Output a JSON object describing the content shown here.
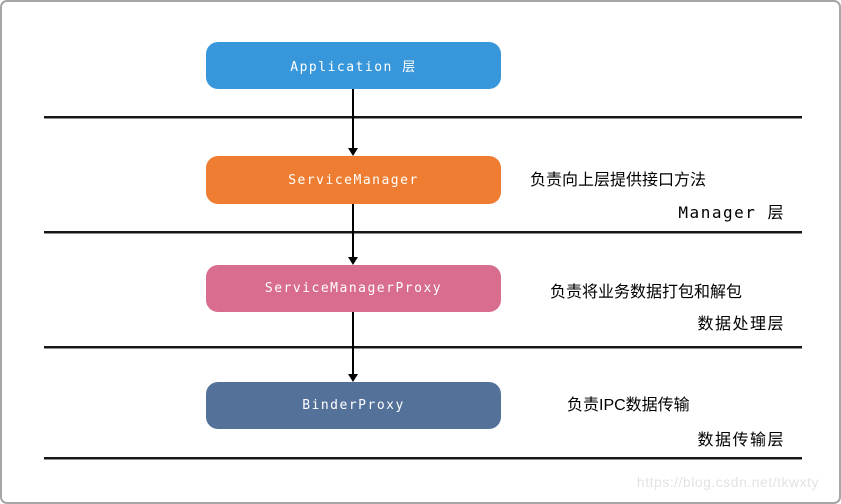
{
  "diagram": {
    "nodes": [
      {
        "label": "Application 层",
        "color": "#3797da"
      },
      {
        "label": "ServiceManager",
        "color": "#ee7d31"
      },
      {
        "label": "ServiceManagerProxy",
        "color": "#d96d8e"
      },
      {
        "label": "BinderProxy",
        "color": "#54719a"
      }
    ],
    "layers": [
      {
        "description": "负责向上层提供接口方法",
        "name": "Manager 层"
      },
      {
        "description": "负责将业务数据打包和解包",
        "name": "数据处理层"
      },
      {
        "description": "负责IPC数据传输",
        "name": "数据传输层"
      }
    ],
    "watermark": "https://blog.csdn.net/tkwxty",
    "watermark_color": "#e3e3e3"
  }
}
